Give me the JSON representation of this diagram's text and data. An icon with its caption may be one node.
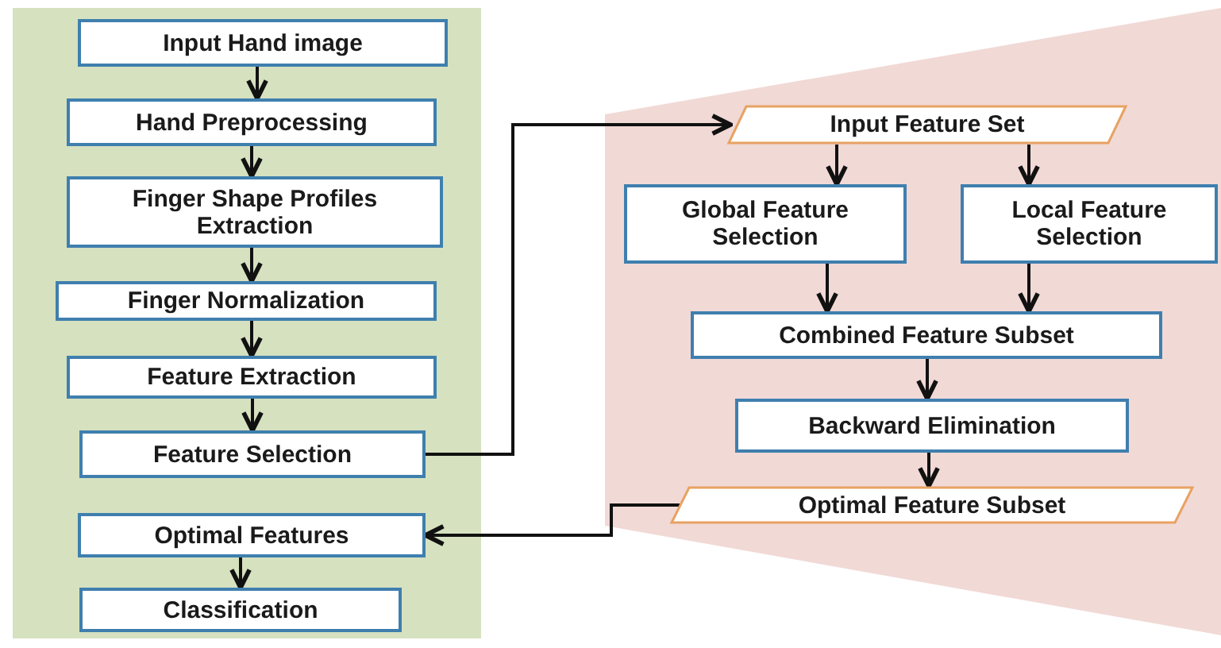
{
  "diagram": {
    "nodes": [
      {
        "text": [],
        "shape": "box"
      },
      {
        "text": [
          "Input Hand image"
        ],
        "in": 0
      },
      {
        "text": [
          "Hand Preprocessing"
        ],
        "in": 0
      },
      {
        "text": [
          "Finger Shape Profiles Extraction"
        ],
        "in": 0
      },
      {
        "text": [
          "Finger Normalization"
        ],
        "in": 0
      },
      {
        "text": [
          "Feature Extraction"
        ],
        "in": 0
      },
      {
        "text": [
          "Feature Selection"
        ],
        "in": 0
      },
      {
        "text": [
          "Optimal Features"
        ],
        "in": 0
      },
      {
        "text": [
          "Classification"
        ],
        "in": 0
      },
      {
        "text": [],
        "shape": "trapezoid"
      },
      {
        "text": [
          "Input Feature Set"
        ],
        "in": 9
      },
      {
        "text": [
          "Global Feature Selection"
        ],
        "in": 9
      },
      {
        "text": [
          "Local Feature Selection"
        ],
        "in": 9
      },
      {
        "text": [
          "Combined Feature Subset"
        ],
        "in": 9
      },
      {
        "text": [
          "Backward Elimination"
        ],
        "in": 9
      },
      {
        "text": [
          "Optimal Feature Subset"
        ],
        "in": 9
      }
    ],
    "edges": [
      {
        "from": 1,
        "to": 2,
        "arrow": "to"
      },
      {
        "from": 2,
        "to": 3,
        "arrow": "to"
      },
      {
        "from": 3,
        "to": 4,
        "arrow": "to"
      },
      {
        "from": 4,
        "to": 5,
        "arrow": "to"
      },
      {
        "from": 5,
        "to": 6,
        "arrow": "to"
      },
      {
        "from": 6,
        "to": 10,
        "arrow": "to"
      },
      {
        "from": 7,
        "to": 8,
        "arrow": "to"
      },
      {
        "from": 10,
        "to": 11,
        "arrow": "to"
      },
      {
        "from": 10,
        "to": 12,
        "arrow": "to"
      },
      {
        "from": 11,
        "to": 13,
        "arrow": "to"
      },
      {
        "from": 12,
        "to": 13,
        "arrow": "to"
      },
      {
        "from": 13,
        "to": 14,
        "arrow": "to"
      },
      {
        "from": 14,
        "to": 15,
        "arrow": "to"
      },
      {
        "from": 15,
        "to": 7,
        "arrow": "to"
      }
    ]
  }
}
